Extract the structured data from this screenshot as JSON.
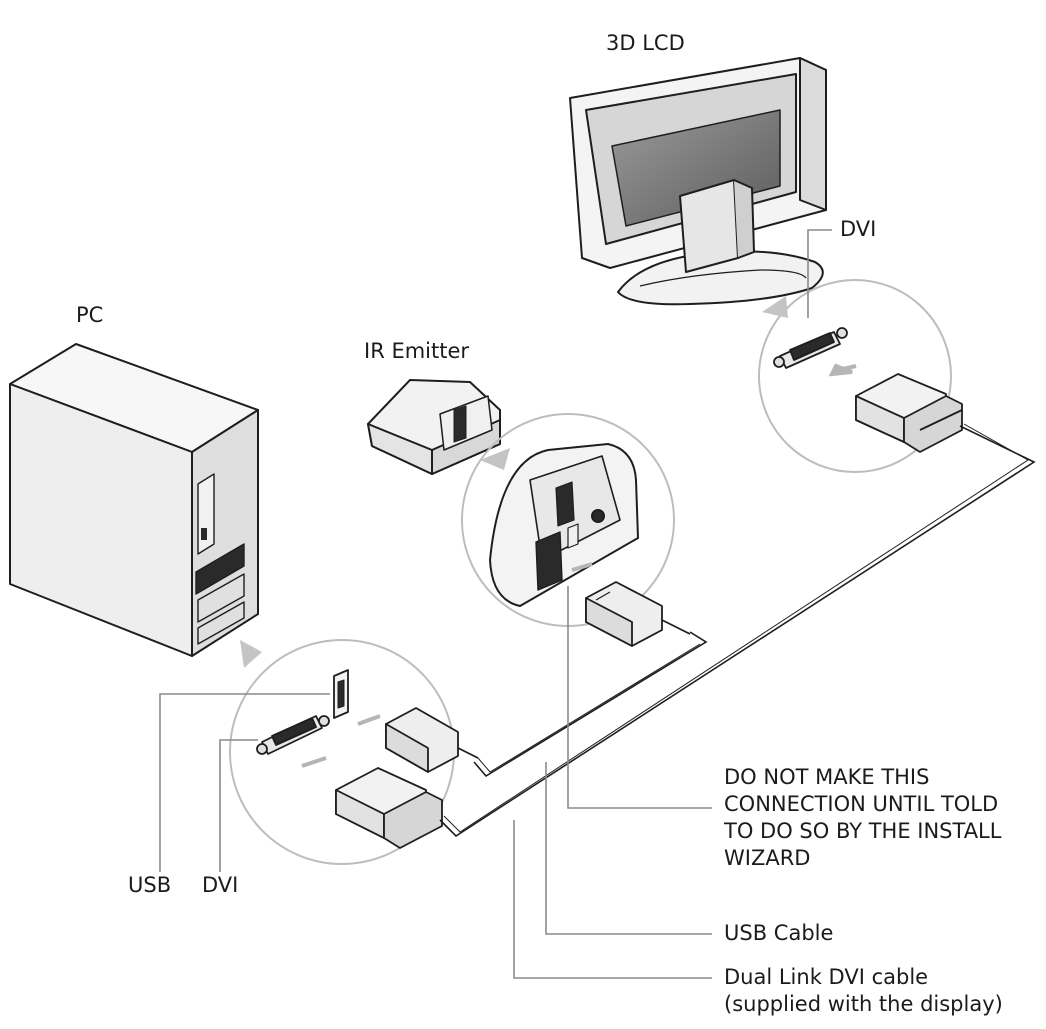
{
  "labels": {
    "lcd": "3D LCD",
    "pc": "PC",
    "ir_emitter": "IR Emitter",
    "dvi_monitor": "DVI",
    "usb_pc": "USB",
    "dvi_pc": "DVI",
    "warning": "DO NOT MAKE THIS\nCONNECTION UNTIL TOLD\nTO DO SO BY THE INSTALL\nWIZARD",
    "usb_cable": "USB Cable",
    "dvi_cable": "Dual Link DVI cable\n(supplied with the display)"
  },
  "colors": {
    "line": "#1e1e1e",
    "callout_line": "#8a8a8a",
    "zoom_circle": "#bdbdbd",
    "arrow": "#b5b5b5",
    "fill_light": "#f4f4f4",
    "fill_mid": "#d9d9d9",
    "fill_dark": "#2a2a2a"
  }
}
